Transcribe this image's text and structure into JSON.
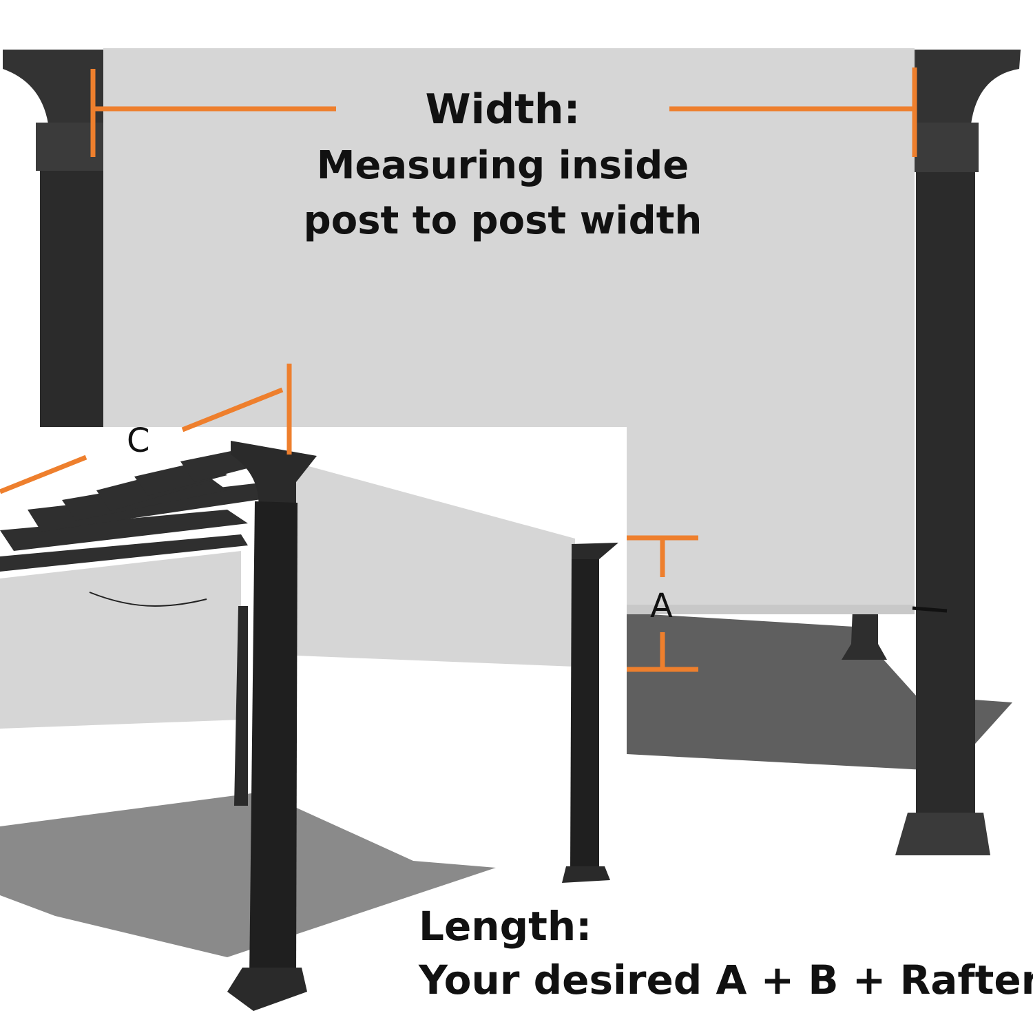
{
  "labels": {
    "width_title": "Width:",
    "width_line1": "Measuring inside",
    "width_line2": "post to post width",
    "length_title": "Length:",
    "length_formula": "Your desired A + B + Rafter leng",
    "marker_c": "C",
    "marker_a": "A"
  },
  "colors": {
    "accent": "#ee7f2d",
    "post": "#2b2b2b",
    "shade_fabric": "#d6d6d6",
    "ground_shadow": "#5f5f5f",
    "text": "#111111",
    "background": "#ffffff"
  }
}
